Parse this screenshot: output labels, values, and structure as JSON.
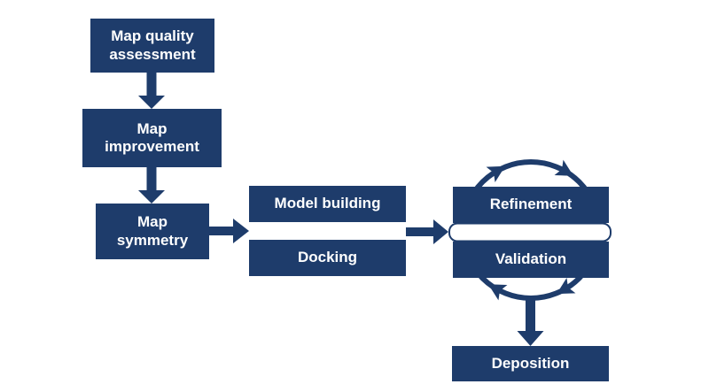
{
  "colors": {
    "navy": "#1e3c6b",
    "label_text": "#ffffff",
    "background": "#ffffff"
  },
  "diagram": {
    "nodes": [
      {
        "id": "map-quality-assessment",
        "label": "Map quality\nassessment"
      },
      {
        "id": "map-improvement",
        "label": "Map\nimprovement"
      },
      {
        "id": "map-symmetry",
        "label": "Map\nsymmetry"
      },
      {
        "id": "model-building",
        "label": "Model building"
      },
      {
        "id": "docking",
        "label": "Docking"
      },
      {
        "id": "refinement",
        "label": "Refinement"
      },
      {
        "id": "validation",
        "label": "Validation"
      },
      {
        "id": "deposition",
        "label": "Deposition"
      }
    ],
    "edges": [
      {
        "from": "map-quality-assessment",
        "to": "map-improvement",
        "type": "block-arrow-down"
      },
      {
        "from": "map-improvement",
        "to": "map-symmetry",
        "type": "block-arrow-down"
      },
      {
        "from": "map-symmetry",
        "to": "model-building/docking",
        "type": "block-arrow-right"
      },
      {
        "from": "model-building/docking",
        "to": "refinement/validation",
        "type": "block-arrow-right"
      },
      {
        "from": "refinement",
        "to": "validation",
        "type": "clockwise-cycle"
      },
      {
        "from": "refinement/validation",
        "to": "deposition",
        "type": "block-arrow-down"
      }
    ]
  }
}
